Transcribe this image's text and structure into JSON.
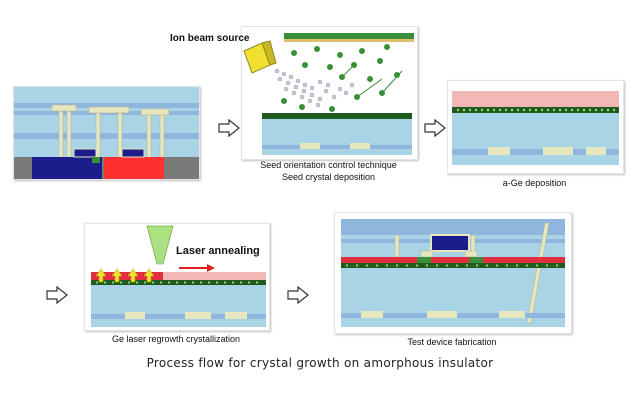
{
  "labels": {
    "ion_beam_source": "Ion beam source",
    "seed_line1": "Seed orientation control technique",
    "seed_line2": "Seed crystal deposition",
    "age_deposition": "a-Ge deposition",
    "laser_annealing": "Laser annealing",
    "ge_regrowth": "Ge laser regrowth crystallization",
    "test_device": "Test device fabrication"
  },
  "caption": "Process flow for crystal growth on amorphous insulator",
  "colors": {
    "substrate": "#a8d4e6",
    "layer_band": "#8fb6dd",
    "via": "#e6e6bf",
    "age_pink": "#f2b7b7",
    "green_dots": "#3a8f3a",
    "laser_cone": "#9cdc6a",
    "red_layer": "#e03040",
    "navy": "#1c1c8c",
    "red_block": "#ff3030",
    "gray_base": "#7a7a7a",
    "ion_source": "#f0e030",
    "arrow_red": "#e02020"
  }
}
